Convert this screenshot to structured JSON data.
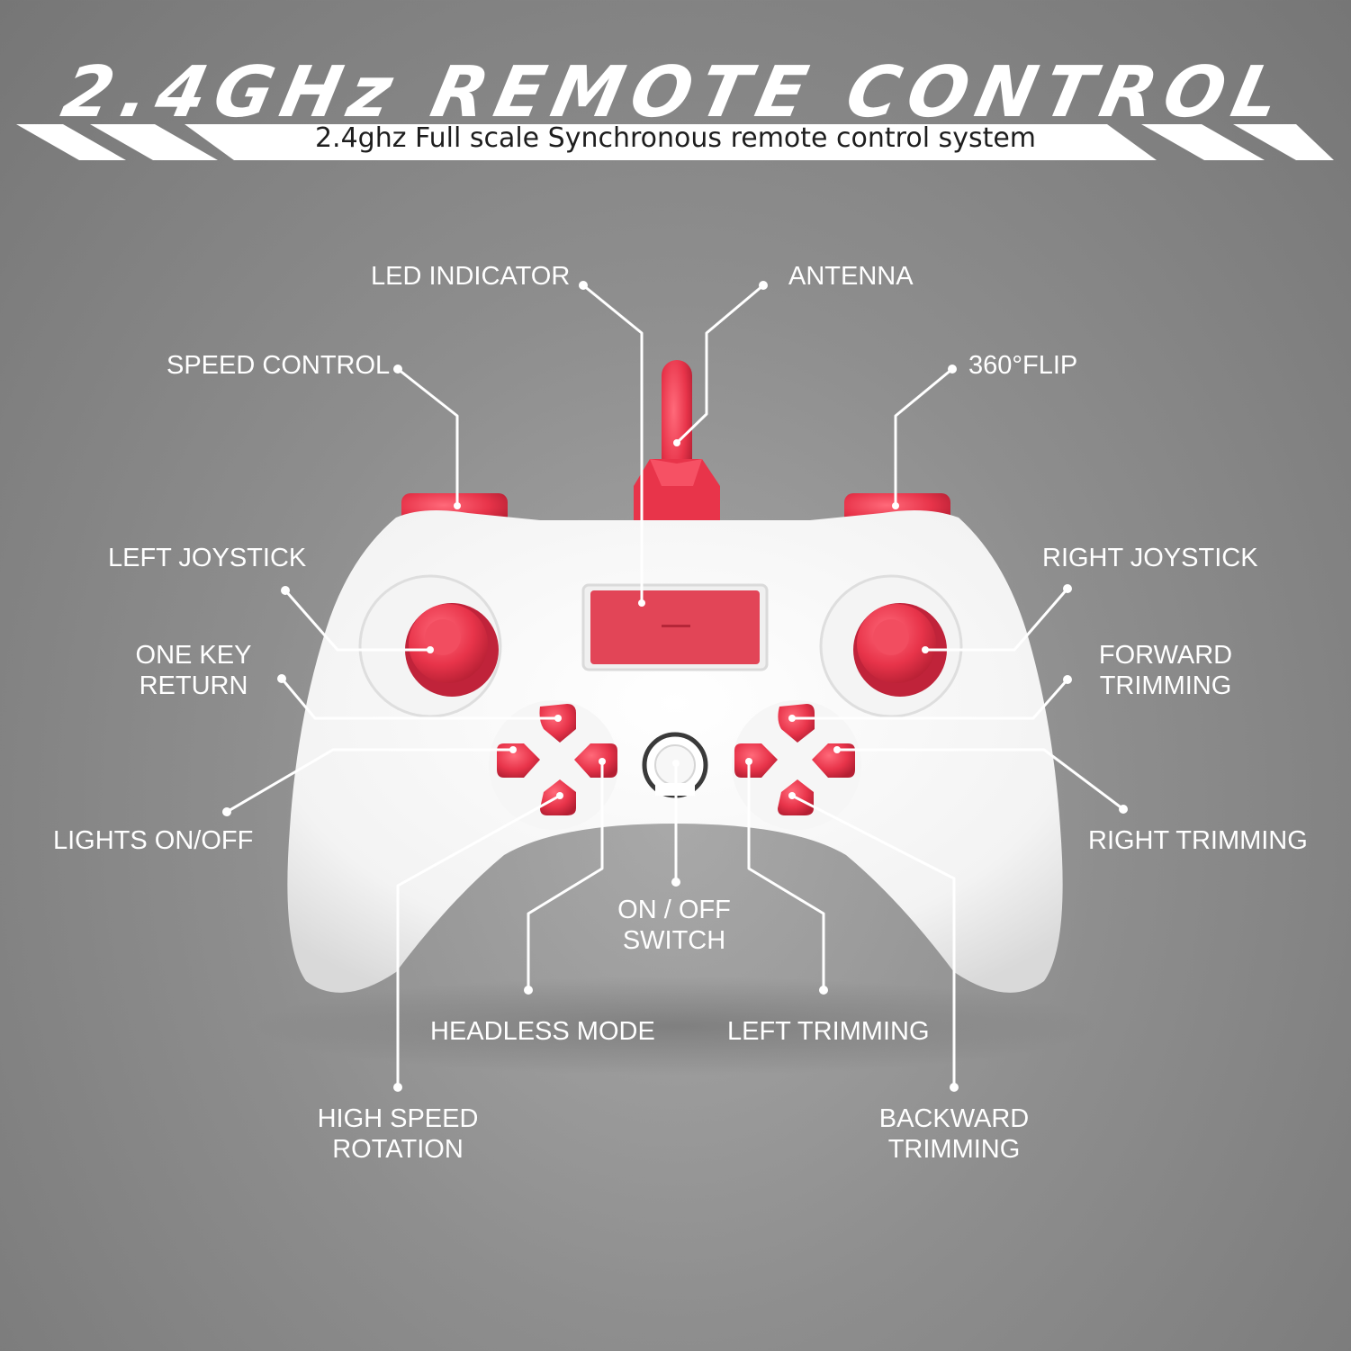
{
  "title": "2.4GHz REMOTE CONTROL",
  "subtitle": "2.4ghz Full scale Synchronous remote control system",
  "colors": {
    "accent": "#e8344a",
    "body": "#ffffff",
    "background": "#8e8e8e"
  },
  "labels": {
    "led_indicator": "LED INDICATOR",
    "antenna": "ANTENNA",
    "speed_control": "SPEED CONTROL",
    "flip": "360°FLIP",
    "left_joystick": "LEFT JOYSTICK",
    "right_joystick": "RIGHT JOYSTICK",
    "one_key_return_1": "ONE KEY",
    "one_key_return_2": "RETURN",
    "forward_trimming_1": "FORWARD",
    "forward_trimming_2": "TRIMMING",
    "lights_on_off": "LIGHTS ON/OFF",
    "right_trimming": "RIGHT TRIMMING",
    "on_off_switch_1": "ON / OFF",
    "on_off_switch_2": "SWITCH",
    "headless_mode": "HEADLESS MODE",
    "left_trimming": "LEFT TRIMMING",
    "high_speed_rotation_1": "HIGH SPEED",
    "high_speed_rotation_2": "ROTATION",
    "backward_trimming_1": "BACKWARD",
    "backward_trimming_2": "TRIMMING"
  }
}
